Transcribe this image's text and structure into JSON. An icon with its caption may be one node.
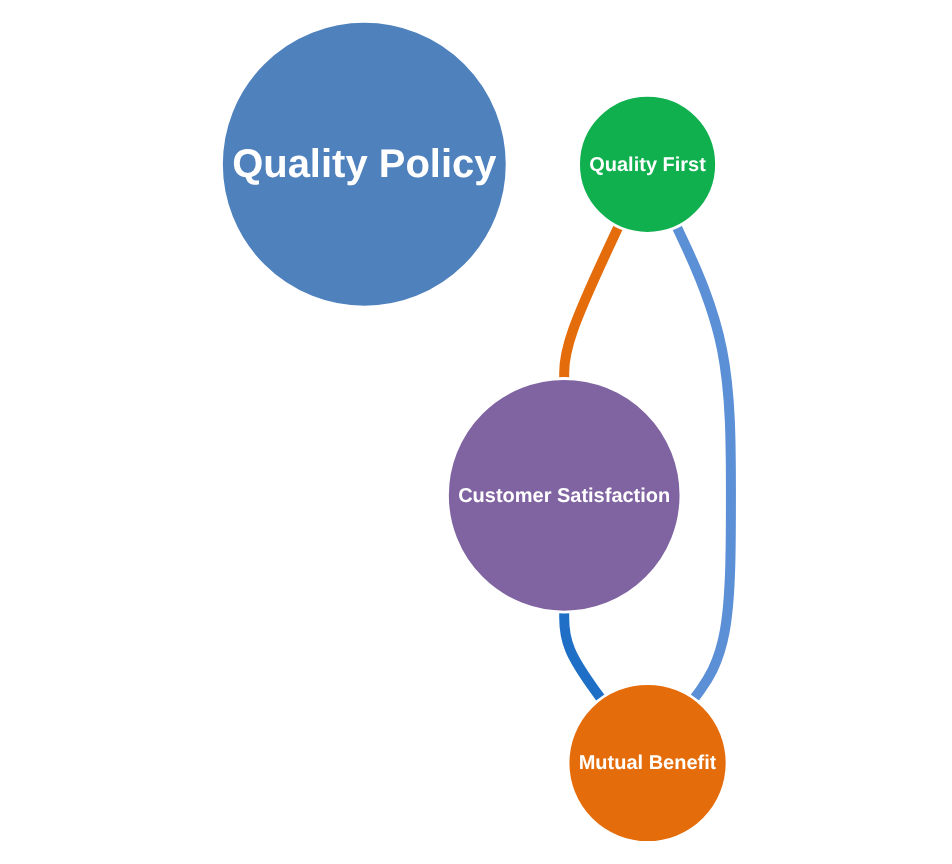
{
  "diagram": {
    "nodes": [
      {
        "text": [
          "Quality Policy"
        ]
      },
      {
        "text": [
          "Quality First"
        ]
      },
      {
        "text": [
          "Customer Satisfaction"
        ]
      },
      {
        "text": [
          "Mutual Benefit"
        ]
      }
    ],
    "edges": [
      {
        "from": 1,
        "to": 2,
        "arrow": "none",
        "color": "#e46c0a"
      },
      {
        "from": 2,
        "to": 3,
        "arrow": "none",
        "color": "#1f6fc6"
      },
      {
        "from": 3,
        "to": 1,
        "arrow": "none",
        "color": "#5b8fd6"
      }
    ]
  }
}
